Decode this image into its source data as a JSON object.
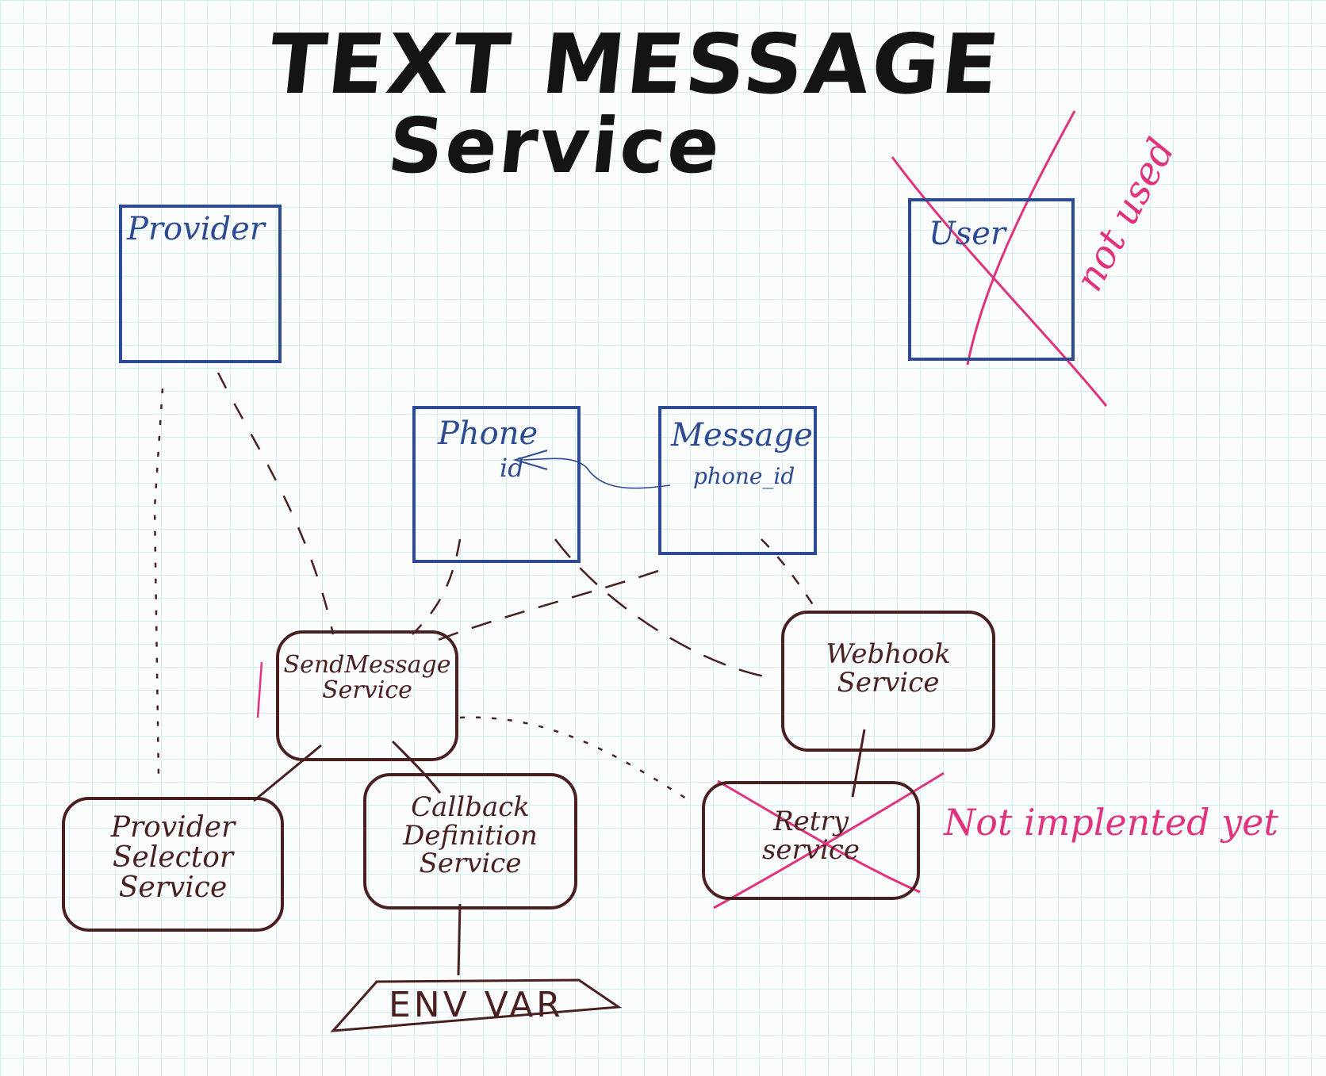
{
  "title": {
    "line1": "TEXT MESSAGE",
    "line2": "Service"
  },
  "entities": {
    "provider": {
      "label": "Provider"
    },
    "user": {
      "label": "User"
    },
    "phone": {
      "label": "Phone",
      "field": "id"
    },
    "message": {
      "label": "Message",
      "field": "phone_id"
    }
  },
  "services": {
    "send_message": {
      "label": "SendMessage\nService"
    },
    "webhook": {
      "label": "Webhook\nService"
    },
    "provider_selector": {
      "label": "Provider\nSelector\nService"
    },
    "callback_definition": {
      "label": "Callback\nDefinition\nService"
    },
    "retry": {
      "label": "Retry\nservice"
    }
  },
  "env_var": {
    "label": "ENV VAR"
  },
  "annotations": {
    "not_used": "not used",
    "not_implemented": "Not implented yet"
  },
  "colors": {
    "entity": "#2d4b95",
    "service": "#4a1f1f",
    "annotation": "#e0327d",
    "grid": "#d3eeee"
  }
}
